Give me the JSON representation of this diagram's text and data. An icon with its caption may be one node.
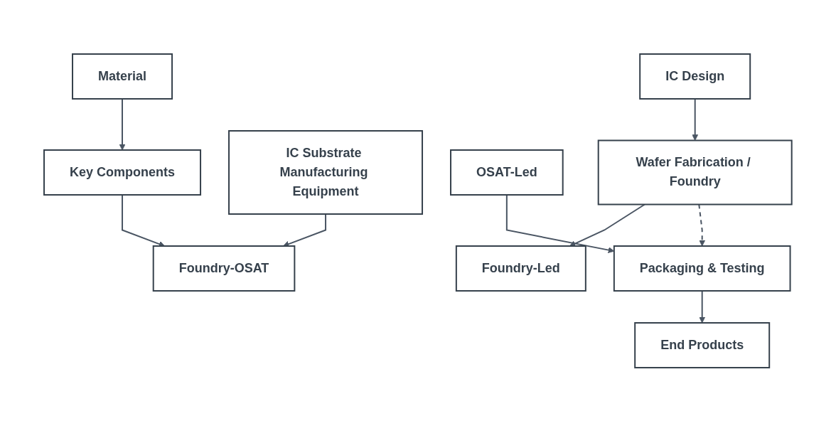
{
  "diagram": {
    "nodes": [
      {
        "text": [
          "Material"
        ]
      },
      {
        "text": [
          "Key Components"
        ]
      },
      {
        "text": [
          "IC Substrate Manufacturing Equipment"
        ]
      },
      {
        "text": [
          "Foundry-Led"
        ]
      },
      {
        "text": [
          "Foundry-OSAT"
        ]
      },
      {
        "text": [
          "OSAT-Led"
        ]
      },
      {
        "text": [
          "IC Design"
        ]
      },
      {
        "text": [
          "Wafer Fabrication / Foundry"
        ]
      },
      {
        "text": [
          "Packaging & Testing"
        ]
      },
      {
        "text": [
          "End Products"
        ]
      }
    ],
    "edges": [
      {
        "from": 0,
        "to": 1,
        "arrow": "to"
      },
      {
        "from": 1,
        "to": 4,
        "arrow": "to"
      },
      {
        "from": 2,
        "to": 4,
        "arrow": "to"
      },
      {
        "from": 7,
        "to": 3,
        "arrow": "to"
      },
      {
        "from": 5,
        "to": 8,
        "arrow": "to"
      },
      {
        "from": 6,
        "to": 7,
        "arrow": "to"
      },
      {
        "from": 7,
        "to": 8,
        "arrow": "to",
        "style": "dashed"
      },
      {
        "from": 8,
        "to": 9,
        "arrow": "to"
      }
    ]
  }
}
